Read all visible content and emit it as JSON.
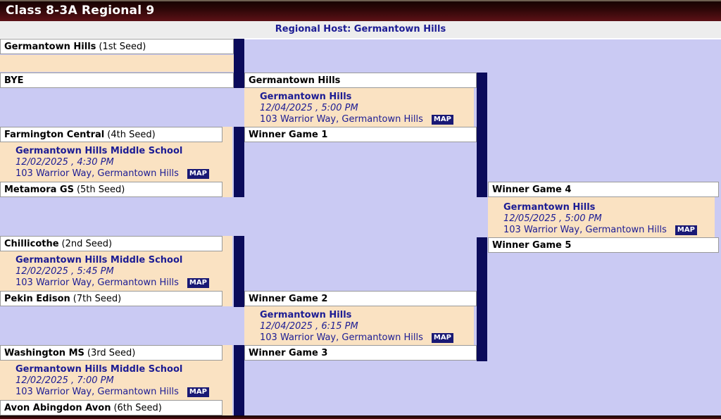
{
  "title": "Class 8-3A Regional 9",
  "regional_host": "Regional Host: Germantown Hills",
  "map_button": "MAP",
  "colors": {
    "header_maroon": "#5c1116",
    "background_lavender": "#cacaf3",
    "game_box_peach": "#fae2c2",
    "connector_navy": "#0b0b5a",
    "text_navy": "#1c1c94"
  },
  "slots": {
    "seed1": {
      "team": "Germantown Hills",
      "seed": "(1st Seed)"
    },
    "bye": {
      "team": "BYE",
      "seed": ""
    },
    "seed4": {
      "team": "Farmington Central",
      "seed": "(4th Seed)"
    },
    "seed5": {
      "team": "Metamora GS",
      "seed": "(5th Seed)"
    },
    "seed2": {
      "team": "Chillicothe",
      "seed": "(2nd Seed)"
    },
    "seed7": {
      "team": "Pekin Edison",
      "seed": "(7th Seed)"
    },
    "seed3": {
      "team": "Washington MS",
      "seed": "(3rd Seed)"
    },
    "seed6": {
      "team": "Avon Abingdon Avon",
      "seed": "(6th Seed)"
    },
    "sf1_top": {
      "team": "Germantown Hills",
      "seed": ""
    },
    "sf1_bottom": {
      "team": "Winner Game 1",
      "seed": ""
    },
    "sf2_top": {
      "team": "Winner Game 2",
      "seed": ""
    },
    "sf2_bottom": {
      "team": "Winner Game 3",
      "seed": ""
    },
    "final_top": {
      "team": "Winner Game 4",
      "seed": ""
    },
    "final_bottom": {
      "team": "Winner Game 5",
      "seed": ""
    }
  },
  "games": {
    "game1": {
      "venue": "Germantown Hills Middle School",
      "datetime": "12/02/2025 , 4:30 PM",
      "address": "103 Warrior Way, Germantown Hills"
    },
    "game2": {
      "venue": "Germantown Hills Middle School",
      "datetime": "12/02/2025 , 5:45 PM",
      "address": "103 Warrior Way, Germantown Hills"
    },
    "game3": {
      "venue": "Germantown Hills Middle School",
      "datetime": "12/02/2025 , 7:00 PM",
      "address": "103 Warrior Way, Germantown Hills"
    },
    "game4": {
      "venue": "Germantown Hills",
      "datetime": "12/04/2025 , 5:00 PM",
      "address": "103 Warrior Way, Germantown Hills"
    },
    "game5": {
      "venue": "Germantown Hills",
      "datetime": "12/04/2025 , 6:15 PM",
      "address": "103 Warrior Way, Germantown Hills"
    },
    "championship": {
      "venue": "Germantown Hills",
      "datetime": "12/05/2025 , 5:00 PM",
      "address": "103 Warrior Way, Germantown Hills"
    }
  }
}
